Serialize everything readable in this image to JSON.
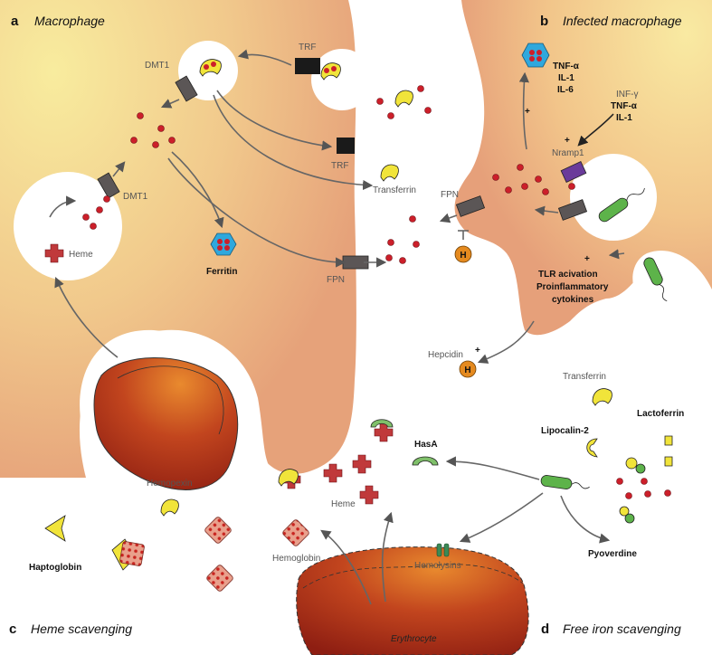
{
  "panels": {
    "a": {
      "letter": "a",
      "title": "Macrophage"
    },
    "b": {
      "letter": "b",
      "title": "Infected macrophage"
    },
    "c": {
      "letter": "c",
      "title": "Heme scavenging"
    },
    "d": {
      "letter": "d",
      "title": "Free iron scavenging"
    }
  },
  "labels": {
    "trf_top": "TRF",
    "dmt1_top": "DMT1",
    "dmt1_left": "DMT1",
    "heme_a": "Heme",
    "ferritin": "Ferritin",
    "trf_mid": "TRF",
    "transferrin_mid": "Transferrin",
    "fpn_a": "FPN",
    "fpn_b": "FPN",
    "hepcidin_h1": "H",
    "hepcidin_h2": "H",
    "hepcidin": "Hepcidin",
    "cytokines_1": [
      "TNF-α",
      "IL-1",
      "IL-6"
    ],
    "inf_g": "INF-γ",
    "cytokines_2": [
      "TNF-α",
      "IL-1"
    ],
    "nramp1": "Nramp1",
    "tlr_line1": "TLR acivation",
    "tlr_line2": "Proinflammatory",
    "tlr_line3": "cytokines",
    "plus": "+",
    "hemopexin": "Hemopexin",
    "haptoglobin": "Haptoglobin",
    "hemoglobin": "Hemoglobin",
    "heme_c": "Heme",
    "hasa": "HasA",
    "hemolysins": "Hemolysins",
    "erythrocyte": "Erythrocyte",
    "transferrin_d": "Transferrin",
    "lactoferrin": "Lactoferrin",
    "lipocalin2": "Lipocalin-2",
    "pyoverdine": "Pyoverdine"
  },
  "colors": {
    "cell_fill_center": "#f7e29a",
    "cell_fill_edge": "#e8a77a",
    "iron": "#cc1f2a",
    "heme_cross": "#c0393b",
    "transferrin_yellow": "#f1e43a",
    "ferritin_blue": "#2fa8dd",
    "bacterium_green": "#5db34a",
    "nramp_purple": "#6a3b9a",
    "hepcidin_orange": "#e58a1f",
    "erythrocyte_red": "#b8321b",
    "transporter_dark": "#4a4040",
    "arrow_gray": "#666666"
  }
}
